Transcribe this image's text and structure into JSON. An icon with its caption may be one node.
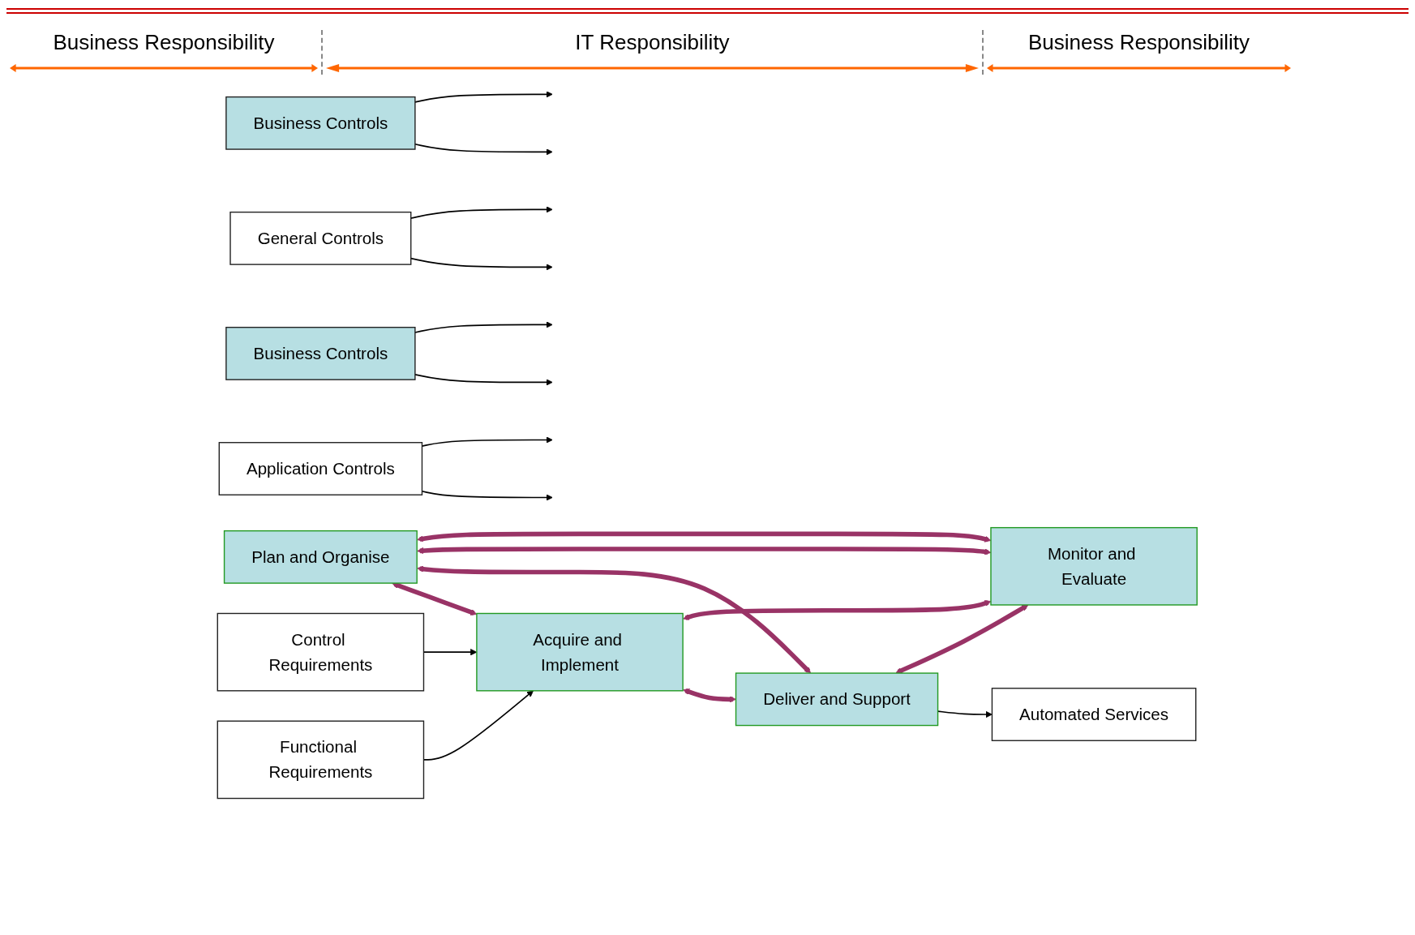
{
  "diagram": {
    "nodes": [
      {
        "text": [
          "Business Controls"
        ]
      },
      {
        "text": [
          "General Controls"
        ]
      },
      {
        "text": [
          "Business Controls"
        ]
      },
      {
        "text": [
          "Plan and Organise"
        ]
      },
      {
        "text": [
          "Functional Requirements"
        ]
      },
      {
        "text": [
          "Control Requirements"
        ]
      },
      {
        "text": [
          "Acquire and Implement"
        ]
      },
      {
        "text": [
          "Deliver and Support"
        ]
      },
      {
        "text": [
          "Automated Services"
        ]
      },
      {
        "text": [
          "Monitor and Evaluate"
        ]
      },
      {
        "text": [
          "Application Controls"
        ]
      }
    ],
    "edges": [
      {
        "from": 0,
        "to": null,
        "arrow": "to"
      },
      {
        "from": 0,
        "to": null,
        "arrow": "to"
      },
      {
        "from": 1,
        "to": null,
        "arrow": "to"
      },
      {
        "from": 1,
        "to": null,
        "arrow": "to"
      },
      {
        "from": 2,
        "to": null,
        "arrow": "to"
      },
      {
        "from": 2,
        "to": null,
        "arrow": "to"
      },
      {
        "from": 4,
        "to": 6,
        "arrow": "to"
      },
      {
        "from": 5,
        "to": 6,
        "arrow": "to"
      },
      {
        "from": 3,
        "to": 6,
        "arrow": "both",
        "style": "thick",
        "color": "#993366"
      },
      {
        "from": 3,
        "to": 7,
        "arrow": "both",
        "style": "thick",
        "color": "#993366"
      },
      {
        "from": 6,
        "to": 7,
        "arrow": "both",
        "style": "thick",
        "color": "#993366"
      },
      {
        "from": 7,
        "to": 8,
        "arrow": "to"
      },
      {
        "from": 6,
        "to": 9,
        "arrow": "both",
        "style": "thick",
        "color": "#993366"
      },
      {
        "from": 7,
        "to": 9,
        "arrow": "both",
        "style": "thick",
        "color": "#993366"
      },
      {
        "from": 3,
        "to": 9,
        "arrow": "both",
        "style": "thick",
        "color": "#993366"
      },
      {
        "from": 3,
        "to": 9,
        "arrow": "both",
        "style": "thick",
        "color": "#993366"
      },
      {
        "from": 10,
        "to": null,
        "arrow": "to"
      },
      {
        "from": 10,
        "to": null,
        "arrow": "to"
      }
    ],
    "labels": [
      "Business Responsibility",
      "IT Responsibility",
      "Business Responsibility"
    ]
  }
}
